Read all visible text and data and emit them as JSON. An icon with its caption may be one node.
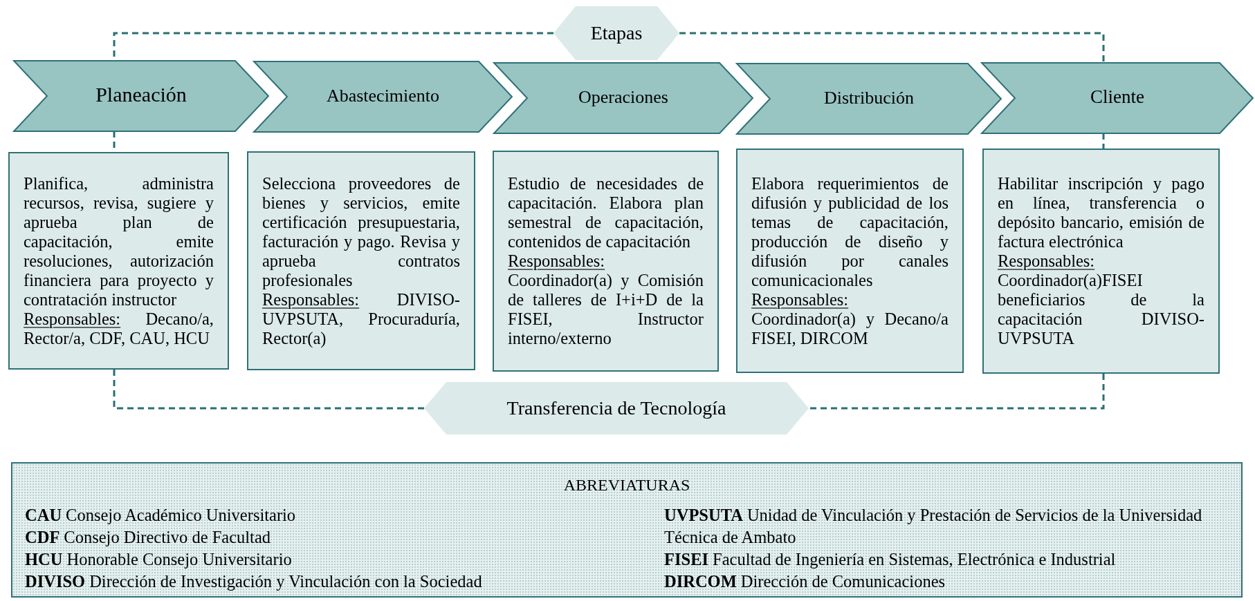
{
  "diagram": {
    "nodes": [
      {
        "text": [
          "Etapas"
        ]
      },
      {
        "text": [
          "Planeación"
        ]
      },
      {
        "text": [
          "Abastecimiento"
        ]
      },
      {
        "text": [
          "Operaciones"
        ]
      },
      {
        "text": [
          "Distribución"
        ]
      },
      {
        "text": [
          "Cliente"
        ]
      },
      {
        "text": [
          "Planifica, administra recursos, revisa, sugiere y aprueba plan de capacitación, emite resoluciones, autorización financiera para proyecto y contratación instructor",
          "Responsables:",
          "Decano/a, Rector/a, CDF, CAU, HCU"
        ]
      },
      {
        "text": [
          "Selecciona proveedores de bienes y servicios, emite certificación presupuestaria, facturación y pago. Revisa y aprueba contratos profesionales",
          "Responsables:",
          "DIVISO-UVPSUTA, Procuraduría, Rector(a)"
        ]
      },
      {
        "text": [
          "Estudio de necesidades de capacitación. Elabora plan semestral de capacitación, contenidos de capacitación",
          "Responsables:",
          "Coordinador(a) y Comisión de talleres de I+i+D de la FISEI, Instructor interno/externo"
        ]
      },
      {
        "text": [
          "Elabora requerimientos de difusión y publicidad de los temas de capacitación, producción de diseño y difusión por canales comunicacionales",
          "Responsables:",
          "Coordinador(a) y Decano/a FISEI, DIRCOM"
        ]
      },
      {
        "text": [
          "Habilitar inscripción y pago en línea, transferencia o depósito bancario, emisión de factura electrónica",
          "Responsables:",
          "Coordinador(a)FISEI beneficiarios de la capacitación DIVISO-UVPSUTA"
        ]
      },
      {
        "text": [
          "Transferencia de Tecnología"
        ]
      },
      {
        "text": [
          "ABREVIATURAS",
          "**CAU** Consejo Académico Universitario",
          "**CDF** Consejo Directivo de Facultad",
          "**HCU** Honorable Consejo Universitario",
          "**DIVISO** Dirección de Investigación y Vinculación con la Sociedad",
          "**UVPSUTA** Unidad de Vinculación y Prestación de Servicios de la Universidad Técnica de Ambato",
          "**FISEI** Facultad de Ingeniería en Sistemas, Electrónica e Industrial",
          "**DIRCOM** Dirección de Comunicaciones"
        ]
      }
    ],
    "edges": [
      {
        "from": 0,
        "to": 1,
        "arrow": "none",
        "style": "dashed"
      },
      {
        "from": 0,
        "to": 5,
        "arrow": "none",
        "style": "dashed"
      },
      {
        "from": 1,
        "to": 6,
        "arrow": "none",
        "style": "dashed"
      },
      {
        "from": 5,
        "to": 10,
        "arrow": "none",
        "style": "dashed"
      },
      {
        "from": 6,
        "to": 11,
        "arrow": "none",
        "style": "dashed"
      },
      {
        "from": 10,
        "to": 11,
        "arrow": "none",
        "style": "dashed"
      }
    ]
  }
}
